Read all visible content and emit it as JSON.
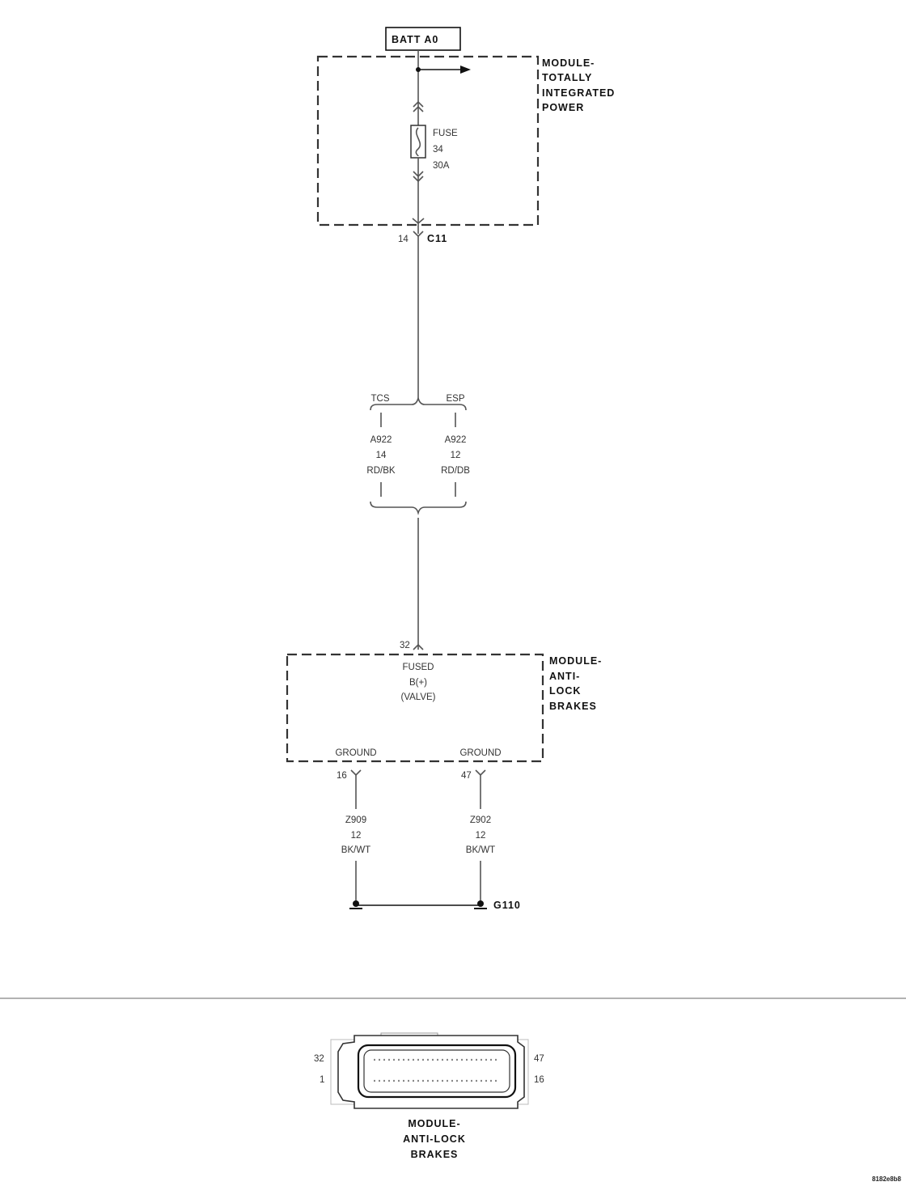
{
  "battery": {
    "label": "BATT A0"
  },
  "tip_module": {
    "line1": "MODULE-",
    "line2": "TOTALLY",
    "line3": "INTEGRATED",
    "line4": "POWER"
  },
  "fuse": {
    "label": "FUSE",
    "number": "34",
    "rating": "30A"
  },
  "connector_c11": {
    "pin": "14",
    "name": "C11"
  },
  "split": {
    "left": {
      "label": "TCS",
      "circuit": "A922",
      "gauge": "14",
      "color": "RD/BK"
    },
    "right": {
      "label": "ESP",
      "circuit": "A922",
      "gauge": "12",
      "color": "RD/DB"
    }
  },
  "abs_pin": "32",
  "abs_module": {
    "line1": "MODULE-",
    "line2": "ANTI-",
    "line3": "LOCK",
    "line4": "BRAKES",
    "func1": "FUSED",
    "func2": "B(+)",
    "func3": "(VALVE)",
    "ground_left": "GROUND",
    "ground_right": "GROUND"
  },
  "ground_left": {
    "pin": "16",
    "circuit": "Z909",
    "gauge": "12",
    "color": "BK/WT"
  },
  "ground_right": {
    "pin": "47",
    "circuit": "Z902",
    "gauge": "12",
    "color": "BK/WT"
  },
  "ground_point": "G110",
  "connector_view": {
    "pin_top_left": "32",
    "pin_bottom_left": "1",
    "pin_top_right": "47",
    "pin_bottom_right": "16",
    "title1": "MODULE-",
    "title2": "ANTI-LOCK",
    "title3": "BRAKES"
  },
  "figure_id": "8182e8b8"
}
